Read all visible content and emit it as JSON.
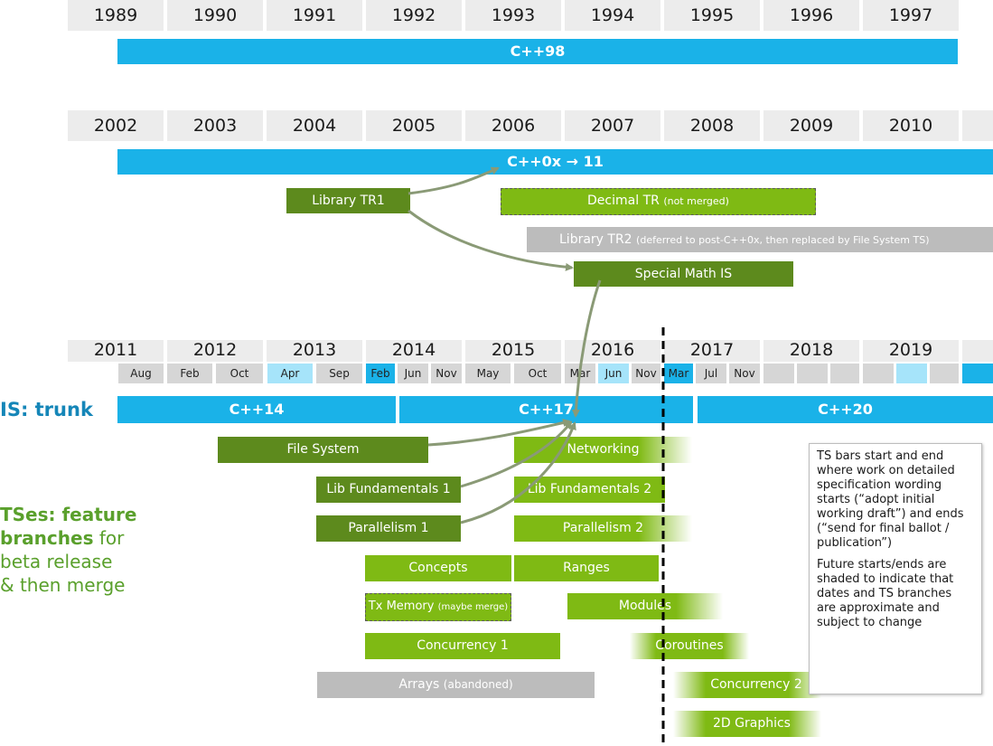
{
  "years_row1": [
    "1989",
    "1990",
    "1991",
    "1992",
    "1993",
    "1994",
    "1995",
    "1996",
    "1997"
  ],
  "years_row2": [
    "2002",
    "2003",
    "2004",
    "2005",
    "2006",
    "2007",
    "2008",
    "2009",
    "2010"
  ],
  "years_row3": [
    "2011",
    "2012",
    "2013",
    "2014",
    "2015",
    "2016",
    "2017",
    "2018",
    "2019"
  ],
  "months": [
    "Aug",
    "Feb",
    "Oct",
    "Apr",
    "Sep",
    "Feb",
    "Jun",
    "Nov",
    "May",
    "Oct",
    "Mar",
    "Jun",
    "Nov",
    "Mar",
    "Jul",
    "Nov"
  ],
  "trunks": {
    "cpp98": "C++98",
    "cpp0x": "C++0x → 11",
    "cpp14": "C++14",
    "cpp17": "C++17",
    "cpp20": "C++20"
  },
  "era2_bars": {
    "library_tr1": "Library TR1",
    "decimal_tr": "Decimal TR",
    "decimal_tr_note": "(not merged)",
    "library_tr2": "Library TR2",
    "library_tr2_note": "(deferred to post-C++0x, then replaced by File System TS)",
    "special_math": "Special Math IS"
  },
  "sidebar": {
    "is_label": "IS: trunk",
    "ts_line1_bold": "TSes: feature",
    "ts_line2_bold": "branches",
    "ts_line2_rest": " for",
    "ts_line3": "beta release",
    "ts_line4": "& then merge"
  },
  "ts_bars": {
    "file_system": "File System",
    "networking": "Networking",
    "lib_fund_1": "Lib Fundamentals 1",
    "lib_fund_2": "Lib Fundamentals 2",
    "parallelism_1": "Parallelism 1",
    "parallelism_2": "Parallelism 2",
    "concepts": "Concepts",
    "ranges": "Ranges",
    "tx_memory": "Tx Memory",
    "tx_memory_note": "(maybe merge)",
    "modules": "Modules",
    "concurrency_1": "Concurrency 1",
    "coroutines": "Coroutines",
    "arrays": "Arrays",
    "arrays_note": "(abandoned)",
    "concurrency_2": "Concurrency 2",
    "graphics_2d": "2D Graphics"
  },
  "note": {
    "para1": "TS bars start and end where work on detailed specification wording starts (“adopt initial working draft”) and ends (“send for final ballot / publication”)",
    "para2": "Future starts/ends are shaded to indicate that dates and TS branches are approximate and subject to change"
  },
  "colors": {
    "trunk_blue": "#1ab2e8",
    "dark_green": "#5d8a1d",
    "light_green": "#7fba14",
    "gray": "#bcbcbc",
    "label_blue": "#1586b8",
    "label_green": "#5aa02c"
  }
}
